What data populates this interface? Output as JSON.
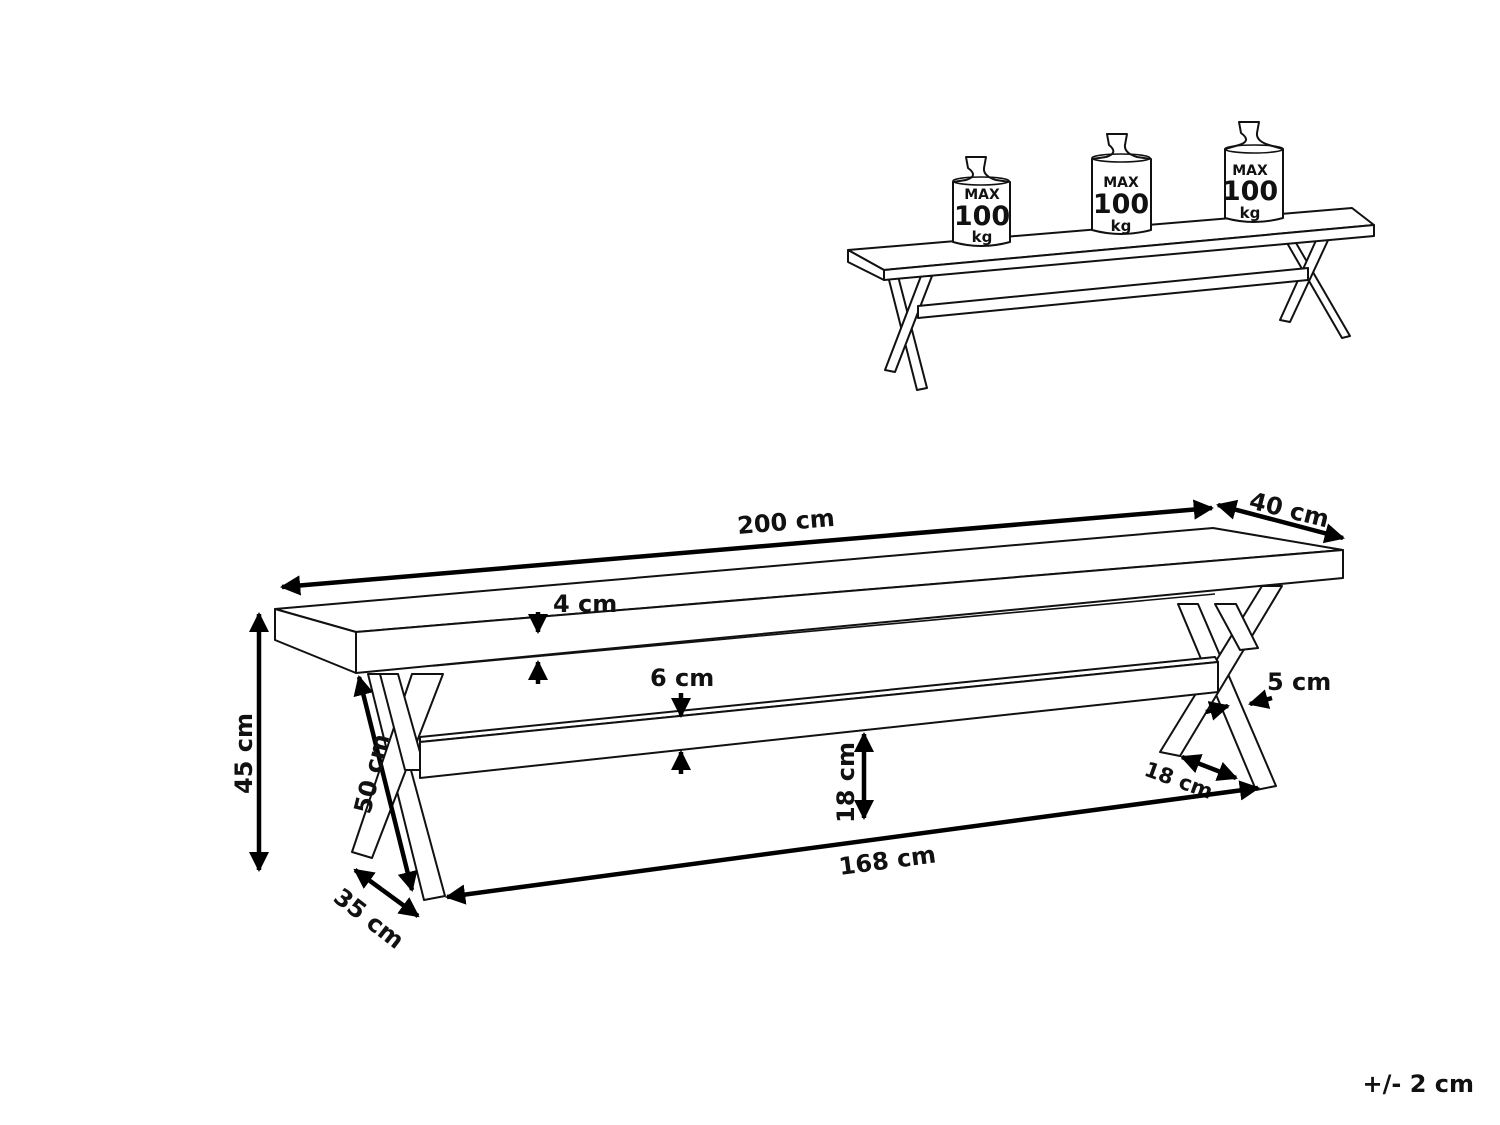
{
  "load_diagram": {
    "weights": [
      {
        "max_label": "MAX",
        "value": "100",
        "unit": "kg"
      },
      {
        "max_label": "MAX",
        "value": "100",
        "unit": "kg"
      },
      {
        "max_label": "MAX",
        "value": "100",
        "unit": "kg"
      }
    ]
  },
  "dimensions": {
    "length": "200 cm",
    "depth": "40 cm",
    "top_thickness": "4 cm",
    "apron_height": "6 cm",
    "leg_width": "5 cm",
    "height": "45 cm",
    "leg_length": "50 cm",
    "leg_base_depth": "35 cm",
    "foot_depth": "18 cm",
    "stretcher_clearance": "18 cm",
    "leg_span": "168 cm"
  },
  "tolerance": "+/- 2 cm"
}
